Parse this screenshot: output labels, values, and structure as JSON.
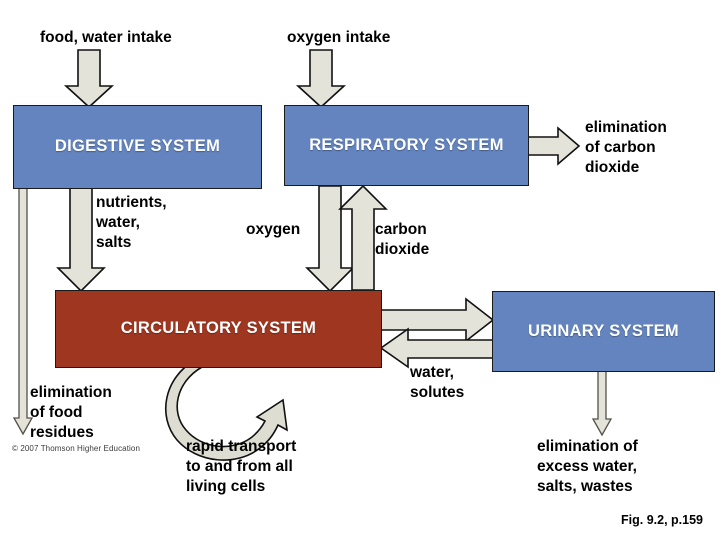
{
  "figure": {
    "caption": "Fig. 9.2, p.159",
    "copyright": "© 2007 Thomson Higher Education"
  },
  "colors": {
    "blue_box": "#6384be",
    "red_box": "#9e3620",
    "arrow_fill": "#e4e3d9",
    "arrow_stroke": "#111111",
    "box_text": "#ffffff",
    "label_text": "#000000",
    "background": "#ffffff"
  },
  "boxes": {
    "digestive": "DIGESTIVE\nSYSTEM",
    "respiratory": "RESPIRATORY\nSYSTEM",
    "circulatory": "CIRCULATORY\nSYSTEM",
    "urinary": "URINARY\nSYSTEM"
  },
  "labels": {
    "food_water_intake": "food, water intake",
    "oxygen_intake": "oxygen intake",
    "elimination_carbon_dioxide": "elimination\nof carbon\ndioxide",
    "nutrients_water_salts": "nutrients,\nwater,\nsalts",
    "oxygen": "oxygen",
    "carbon_dioxide": "carbon\ndioxide",
    "elimination_food_residues": "elimination\nof food\nresidues",
    "water_solutes": "water,\nsolutes",
    "rapid_transport": "rapid transport\nto and from all\nliving cells",
    "elimination_excess": "elimination of\nexcess water,\nsalts, wastes"
  },
  "flows": [
    {
      "name": "food-water-into-digestive",
      "from": "intake",
      "to": "digestive",
      "label": "food, water intake",
      "direction": "down"
    },
    {
      "name": "oxygen-into-respiratory",
      "from": "intake",
      "to": "respiratory",
      "label": "oxygen intake",
      "direction": "down"
    },
    {
      "name": "respiratory-to-environment",
      "from": "respiratory",
      "to": "environment",
      "label": "elimination of carbon dioxide",
      "direction": "right"
    },
    {
      "name": "digestive-to-circulatory",
      "from": "digestive",
      "to": "circulatory",
      "label": "nutrients, water, salts",
      "direction": "down"
    },
    {
      "name": "respiratory-to-circulatory",
      "from": "respiratory",
      "to": "circulatory",
      "label": "oxygen",
      "direction": "down"
    },
    {
      "name": "circulatory-to-respiratory",
      "from": "circulatory",
      "to": "respiratory",
      "label": "carbon dioxide",
      "direction": "up"
    },
    {
      "name": "digestive-to-environment",
      "from": "digestive",
      "to": "environment",
      "label": "elimination of food residues",
      "direction": "down"
    },
    {
      "name": "circulatory-to-urinary",
      "from": "circulatory",
      "to": "urinary",
      "label": "",
      "direction": "right"
    },
    {
      "name": "urinary-to-circulatory",
      "from": "urinary",
      "to": "circulatory",
      "label": "water, solutes",
      "direction": "left"
    },
    {
      "name": "urinary-to-environment",
      "from": "urinary",
      "to": "environment",
      "label": "elimination of excess water, salts, wastes",
      "direction": "down"
    },
    {
      "name": "circulatory-loop",
      "from": "circulatory",
      "to": "circulatory",
      "label": "rapid transport to and from all living cells",
      "direction": "loop"
    }
  ]
}
